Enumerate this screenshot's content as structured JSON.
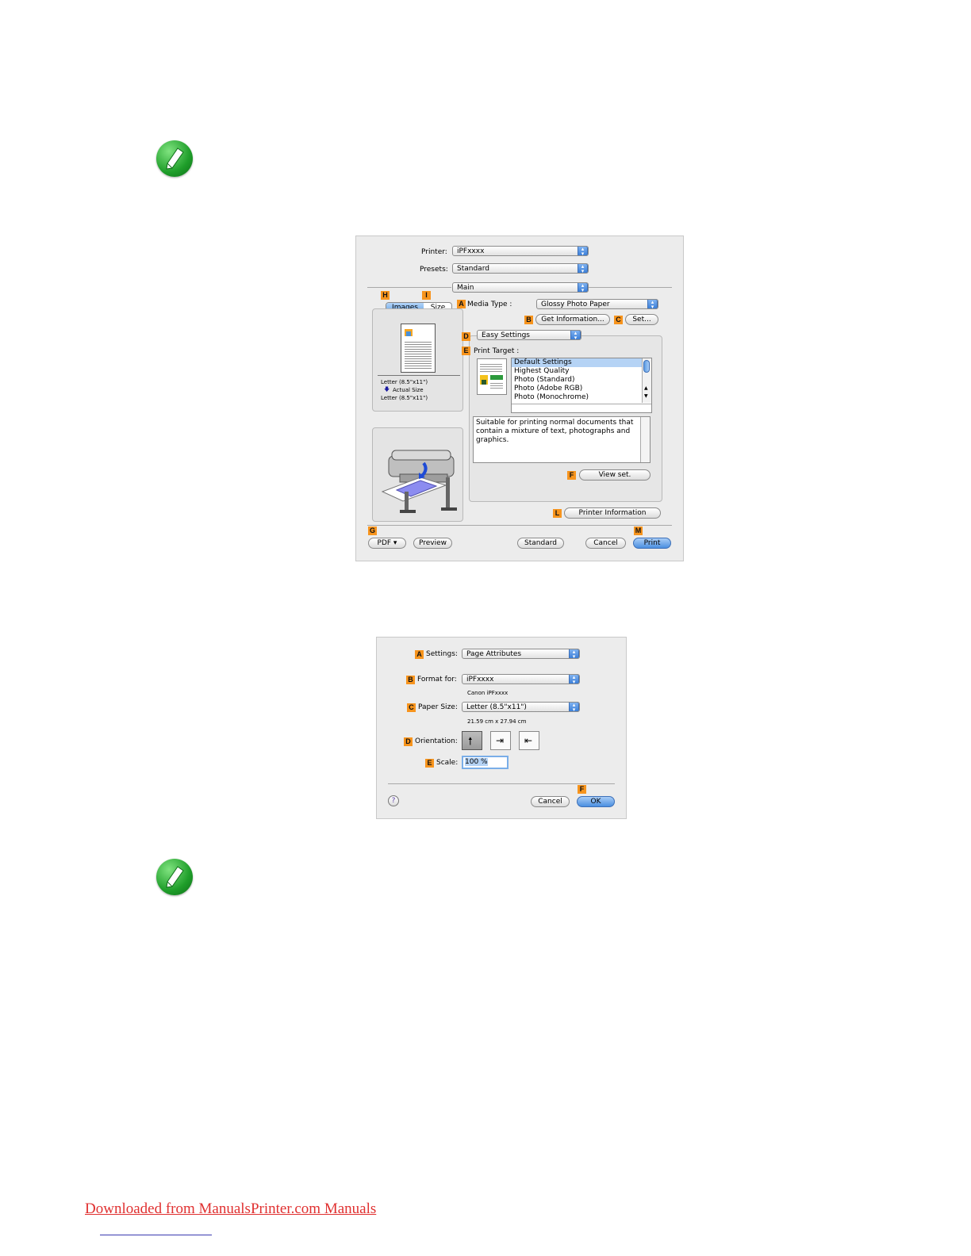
{
  "print_dialog": {
    "printer_label": "Printer:",
    "printer_value": "iPFxxxx",
    "presets_label": "Presets:",
    "presets_value": "Standard",
    "panel_value": "Main",
    "tab_images": "Images",
    "tab_size": "Size",
    "media_type_label": "Media Type :",
    "media_type_value": "Glossy Photo Paper",
    "get_information_button": "Get Information...",
    "set_button": "Set...",
    "mode_value": "Easy Settings",
    "print_target_label": "Print Target :",
    "print_targets": [
      "Default Settings",
      "Highest Quality",
      "Photo (Standard)",
      "Photo (Adobe RGB)",
      "Photo (Monochrome)"
    ],
    "description": "Suitable for printing normal documents that contain a mixture of text, photographs and graphics.",
    "view_set_button": "View set.",
    "printer_information_button": "Printer Information",
    "preview_paper_from": "Letter (8.5\"x11\")",
    "preview_actual_size": "Actual Size",
    "preview_paper_to": "Letter (8.5\"x11\")",
    "pdf_button": "PDF ▾",
    "preview_button": "Preview",
    "standard_button": "Standard",
    "cancel_button": "Cancel",
    "print_button": "Print",
    "badges": {
      "A": "A",
      "B": "B",
      "C": "C",
      "D": "D",
      "E": "E",
      "F": "F",
      "G": "G",
      "H": "H",
      "I": "I",
      "L": "L",
      "M": "M"
    }
  },
  "page_setup": {
    "settings_label": "Settings:",
    "settings_value": "Page Attributes",
    "format_for_label": "Format for:",
    "format_for_value": "iPFxxxx",
    "format_for_sub": "Canon iPFxxxx",
    "paper_size_label": "Paper Size:",
    "paper_size_value": "Letter (8.5\"x11\")",
    "paper_size_sub": "21.59 cm x 27.94 cm",
    "orientation_label": "Orientation:",
    "scale_label": "Scale:",
    "scale_value": "100 %",
    "help_icon": "?",
    "cancel_button": "Cancel",
    "ok_button": "OK",
    "badges": {
      "A": "A",
      "B": "B",
      "C": "C",
      "D": "D",
      "E": "E",
      "F": "F"
    }
  },
  "footer": {
    "link_text": "Downloaded from ManualsPrinter.com Manuals"
  },
  "colors": {
    "badge_orange": "#f7941d",
    "note_green": "#1f9e2a",
    "link_red": "#e03030",
    "aqua_blue": "#4b8fe0"
  },
  "icons": [
    "note-pencil-icon",
    "printer-illustration",
    "help-icon",
    "orientation-portrait-icon",
    "orientation-landscape-left-icon",
    "orientation-landscape-right-icon"
  ]
}
